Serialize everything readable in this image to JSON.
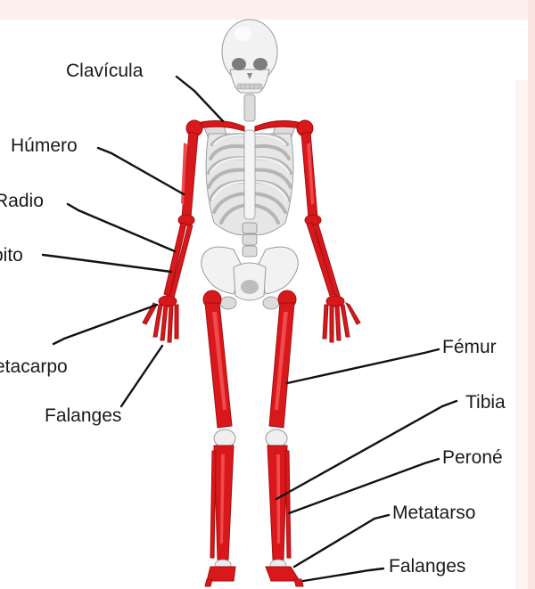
{
  "labels": {
    "clavicula": "Clavícula",
    "humero": "Húmero",
    "radio": "Radio",
    "cubito": "bito",
    "metacarpo": "etacarpo",
    "falanges_mano": "Falanges",
    "femur": "Fémur",
    "tibia": "Tibia",
    "perone": "Peroné",
    "metatarso": "Metatarso",
    "falanges_pie": "Falanges"
  },
  "colors": {
    "highlight": "#d9181b",
    "bone": "#f2f2f2",
    "frame": "#fdf0ee"
  }
}
